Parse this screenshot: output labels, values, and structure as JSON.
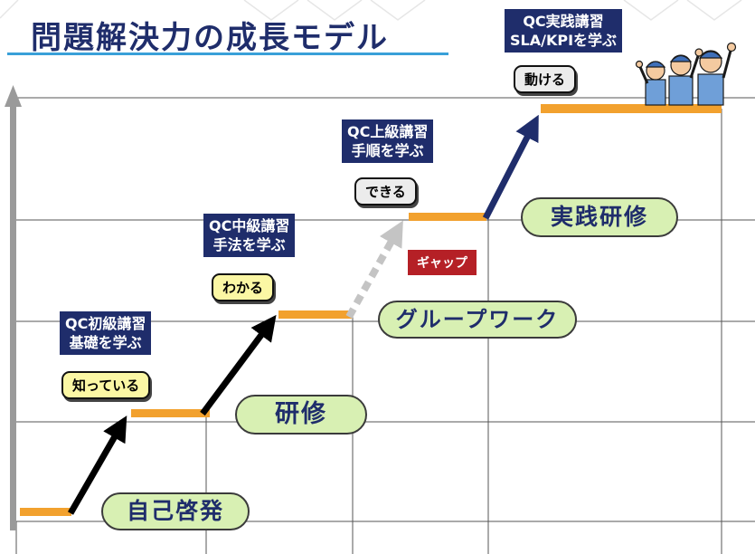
{
  "title": "問題解決力の成長モデル",
  "colors": {
    "title": "#1f2d6b",
    "step_bar": "#f2a12e",
    "course_box": "#1f2d6b",
    "speech_yellow": "#fbf7a4",
    "speech_gray": "#ececec",
    "pill_green": "#d8f0b3",
    "gap_label": "#b52026",
    "axis": "#9a9a9a"
  },
  "stages": [
    {
      "course_line1": "QC初級講習",
      "course_line2": "基礎を学ぶ",
      "level": "知っている"
    },
    {
      "course_line1": "QC中級講習",
      "course_line2": "手法を学ぶ",
      "level": "わかる"
    },
    {
      "course_line1": "QC上級講習",
      "course_line2": "手順を学ぶ",
      "level": "できる"
    },
    {
      "course_line1": "QC実践講習",
      "course_line2": "SLA/KPIを学ぶ",
      "level": "動ける"
    }
  ],
  "methods": [
    "自己啓発",
    "研修",
    "グループワーク",
    "実践研修"
  ],
  "gap_label": "ギャップ",
  "icons": [
    "upward-axis-arrow-icon",
    "cheering-workers-icon"
  ]
}
